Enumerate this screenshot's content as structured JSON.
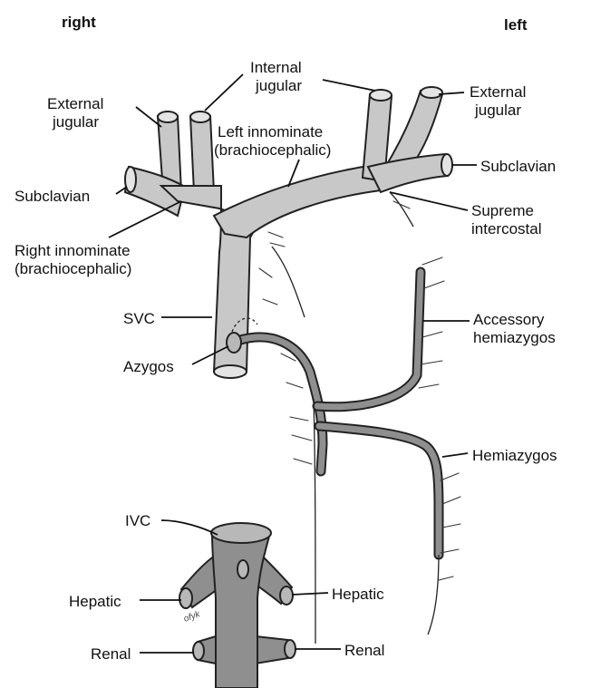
{
  "orientation": {
    "right": "right",
    "left": "left"
  },
  "labels": {
    "external_jugular_right": [
      "External",
      "jugular"
    ],
    "internal_jugular": [
      "Internal",
      "jugular"
    ],
    "external_jugular_left": [
      "External",
      "jugular"
    ],
    "left_innominate": [
      "Left innominate",
      "(brachiocephalic)"
    ],
    "subclavian_right": "Subclavian",
    "subclavian_left": "Subclavian",
    "supreme_intercostal": [
      "Supreme",
      "intercostal"
    ],
    "right_innominate": [
      "Right innominate",
      "(brachiocephalic)"
    ],
    "svc": "SVC",
    "accessory_hemiazygos": [
      "Accessory",
      "hemiazygos"
    ],
    "azygos": "Azygos",
    "hemiazygos": "Hemiazygos",
    "ivc": "IVC",
    "hepatic_right": "Hepatic",
    "hepatic_left": "Hepatic",
    "renal_right": "Renal",
    "renal_left": "Renal"
  },
  "signature": "ofyk"
}
